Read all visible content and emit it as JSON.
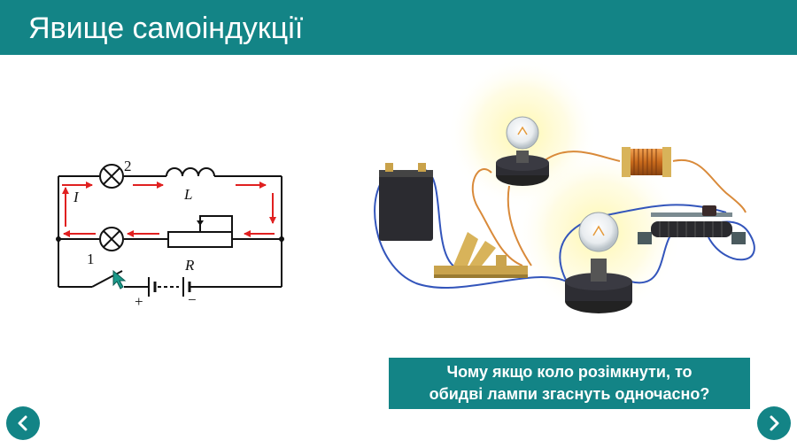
{
  "slide": {
    "title": "Явище самоіндукції",
    "question_line1": "Чому якщо коло розімкнути, то",
    "question_line2": "обидві лампи згаснуть одночасно?"
  },
  "scheme": {
    "labels": {
      "lamp2": "2",
      "lamp1": "1",
      "current": "I",
      "inductor": "L",
      "resistor": "R",
      "plus": "+",
      "minus": "−"
    }
  },
  "colors": {
    "accent": "#138486",
    "arrow": "#e02020",
    "wire_blue": "#3355bb",
    "wire_orange": "#d98a3a"
  },
  "icons": {
    "prev": "chevron-left-icon",
    "next": "chevron-right-icon"
  }
}
